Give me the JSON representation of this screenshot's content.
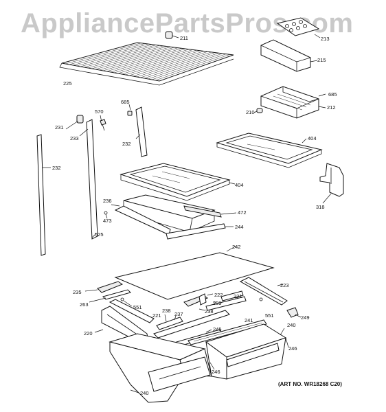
{
  "watermark": "AppliancePartsPros.com",
  "art_number": "(ART NO. WR18268 C20)",
  "labels": {
    "l211": "211",
    "l213": "213",
    "l215": "215",
    "l225": "225",
    "l685a": "685",
    "l570": "570",
    "l685b": "685",
    "l212": "212",
    "l210": "210",
    "l231": "231",
    "l233": "233",
    "l232a": "232",
    "l232b": "232",
    "l404a": "404",
    "l404b": "404",
    "l236": "236",
    "l472": "472",
    "l473": "473",
    "l318": "318",
    "l244": "244",
    "l525": "525",
    "l242": "242",
    "l235": "235",
    "l223": "223",
    "l222": "222",
    "l221a": "221",
    "l239": "239",
    "l263": "263",
    "l551a": "551",
    "l238a": "238",
    "l238b": "238",
    "l237": "237",
    "l221b": "221",
    "l551b": "551",
    "l249": "249",
    "l241": "241",
    "l240a": "240",
    "l220": "220",
    "l245": "245",
    "l246a": "246",
    "l246b": "246",
    "l240b": "240"
  }
}
